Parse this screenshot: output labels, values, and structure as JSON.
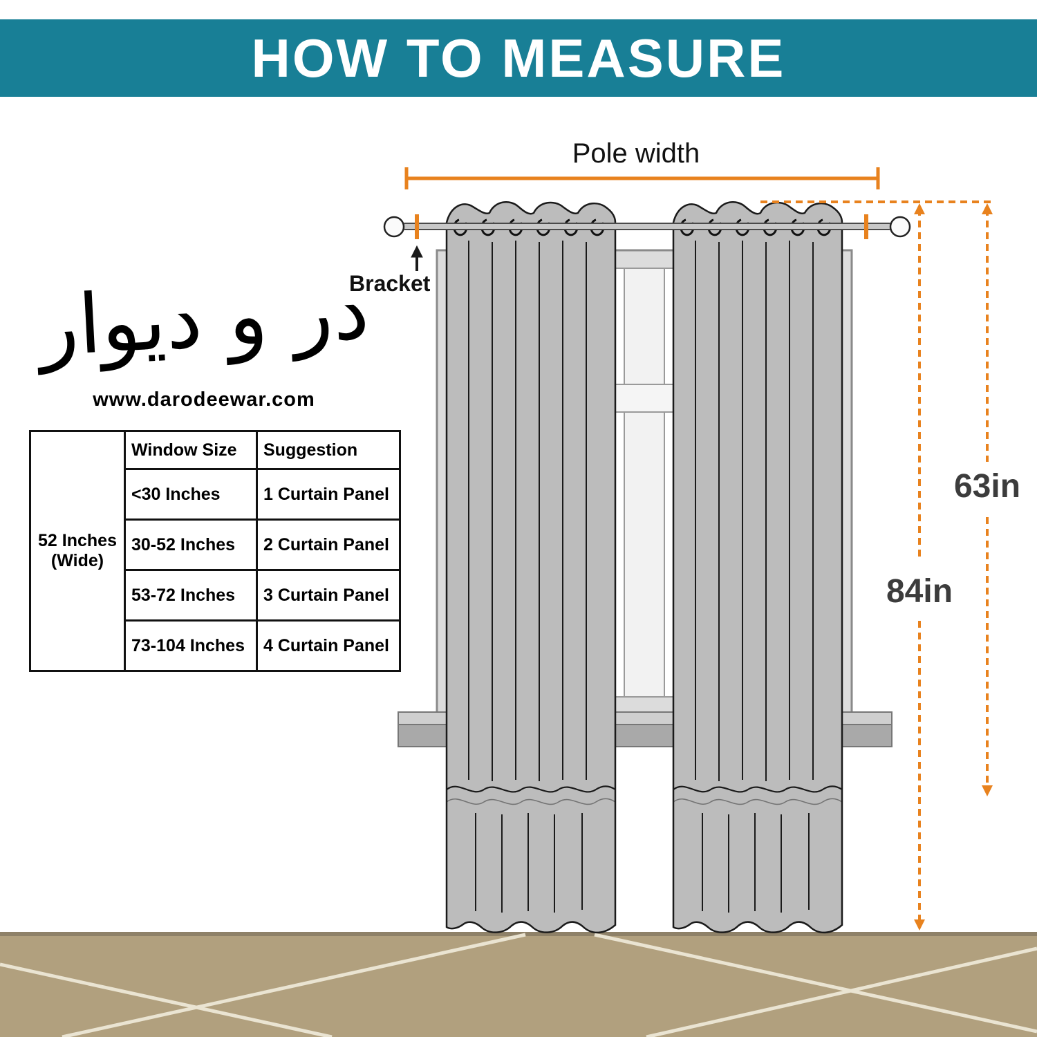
{
  "header": {
    "title": "HOW TO MEASURE",
    "bg_color": "#187F96"
  },
  "logo": {
    "calligraphy": "در و دیوار",
    "website": "www.darodeewar.com"
  },
  "size_table": {
    "width_header": "52 Inches (Wide)",
    "columns": [
      "Window Size",
      "Suggestion"
    ],
    "rows": [
      {
        "window_size": "<30 Inches",
        "suggestion": "1 Curtain Panel"
      },
      {
        "window_size": "30-52 Inches",
        "suggestion": "2 Curtain Panel"
      },
      {
        "window_size": "53-72 Inches",
        "suggestion": "3 Curtain Panel"
      },
      {
        "window_size": "73-104 Inches",
        "suggestion": "4 Curtain Panel"
      }
    ]
  },
  "diagram": {
    "pole_width_label": "Pole width",
    "bracket_label": "Bracket",
    "length_63": "63in",
    "length_84": "84in",
    "accent_color": "#E8821E",
    "curtain_color": "#BCBCBC",
    "floor_color": "#B1A07E"
  }
}
